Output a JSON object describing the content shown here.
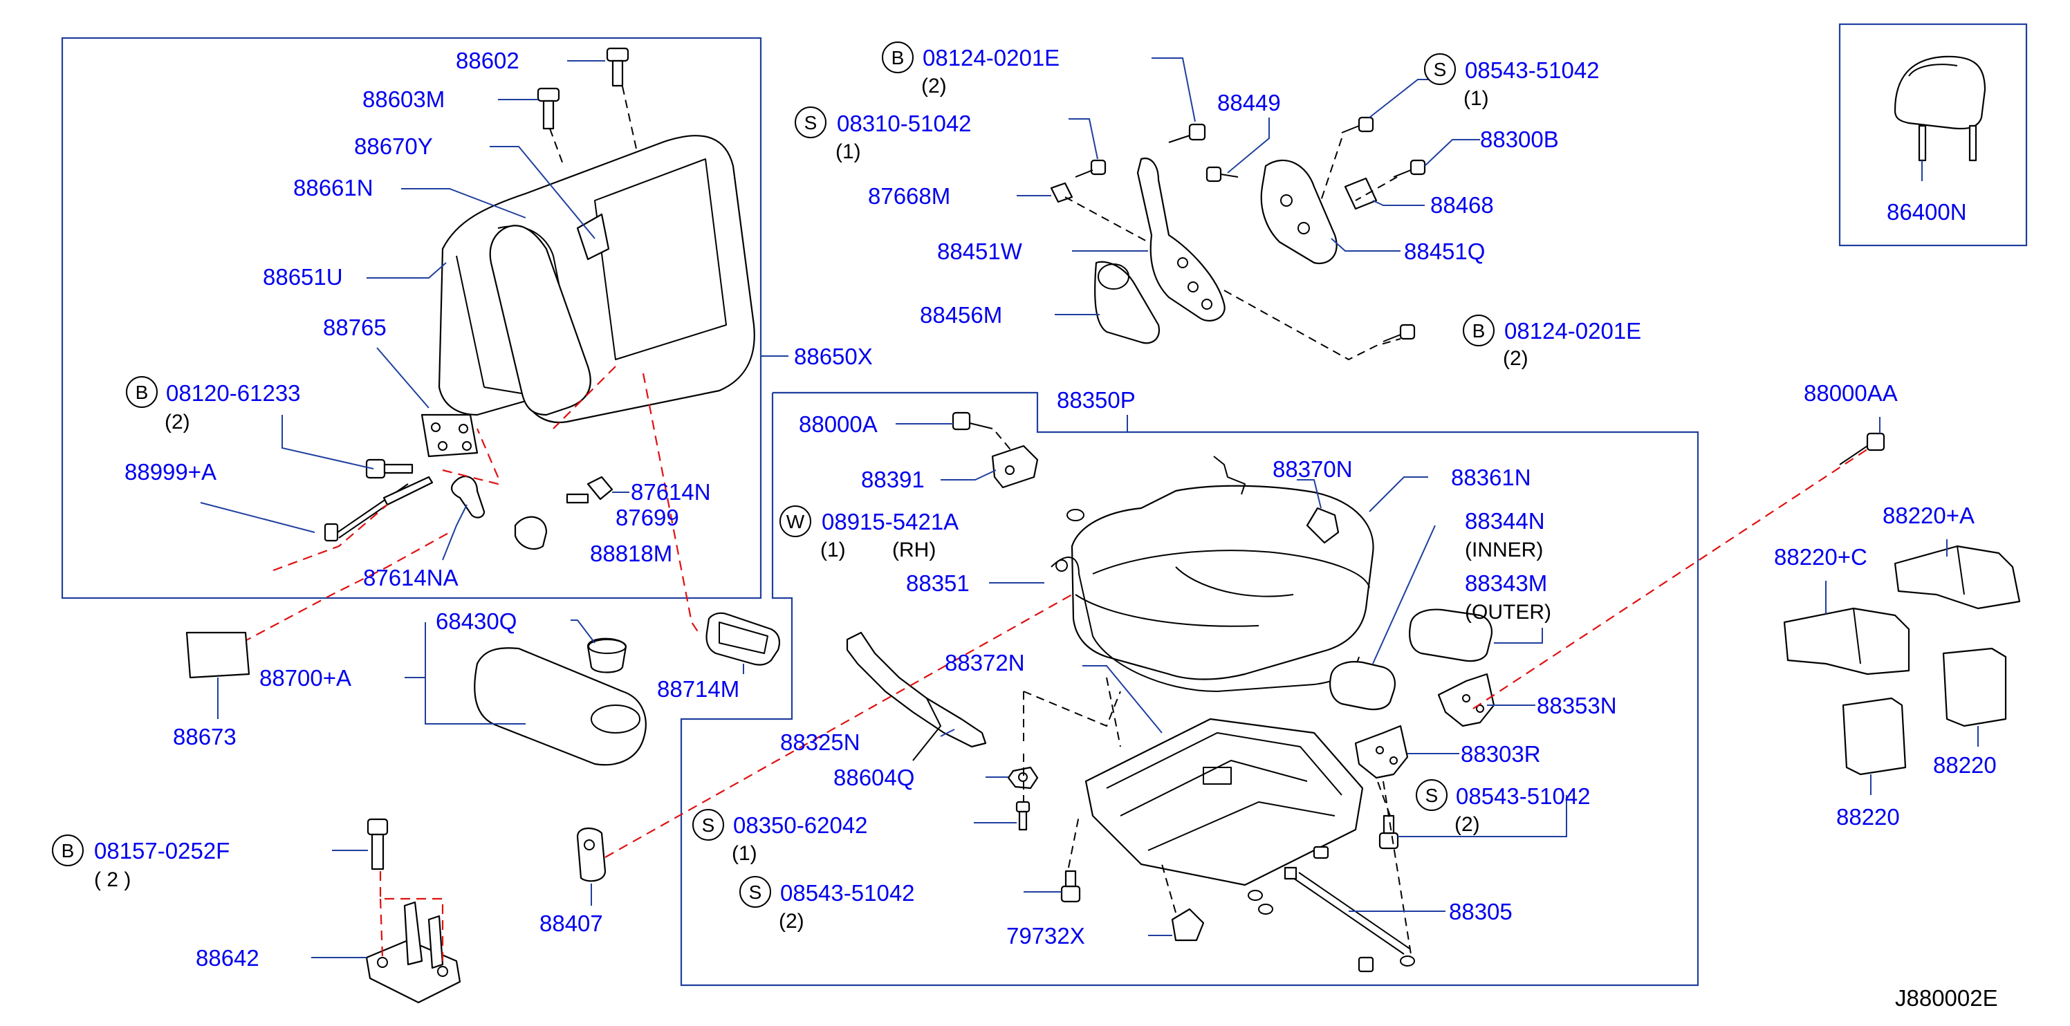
{
  "labels": {
    "p88602": "88602",
    "p88603M": "88603M",
    "p88670Y": "88670Y",
    "p88661N": "88661N",
    "p88651U": "88651U",
    "p88765": "88765",
    "p08120_61233": "08120-61233",
    "p88999A": "88999+A",
    "p87614N": "87614N",
    "p87699": "87699",
    "p88818M": "88818M",
    "p87614NA": "87614NA",
    "p88650X": "88650X",
    "p08124_0201E_top": "08124-0201E",
    "p08310_51042": "08310-51042",
    "p88449": "88449",
    "p08543_51042_top": "08543-51042",
    "p88300B": "88300B",
    "p87668M": "87668M",
    "p88468": "88468",
    "p88451W": "88451W",
    "p88451Q": "88451Q",
    "p88456M": "88456M",
    "p08124_0201E_mid": "08124-0201E",
    "p86400N": "86400N",
    "p88350P": "88350P",
    "p88000A": "88000A",
    "p88000AA": "88000AA",
    "p88391": "88391",
    "p88370N": "88370N",
    "p88361N": "88361N",
    "p08915": "08915-5421A",
    "rh": "(RH)",
    "p88344N": "88344N",
    "inner": "(INNER)",
    "p88343M": "88343M",
    "outer": "(OUTER)",
    "p88351": "88351",
    "p88220A_top": "88220+A",
    "p88220C": "88220+C",
    "p68430Q": "68430Q",
    "p88700A": "88700+A",
    "p88673": "88673",
    "p88714M": "88714M",
    "p88372N": "88372N",
    "p88353N": "88353N",
    "p88325N": "88325N",
    "p88604Q": "88604Q",
    "p88303R": "88303R",
    "p08350_62042": "08350-62042",
    "p08543_51042_mid": "08543-51042",
    "p08543_51042_bot": "08543-51042",
    "p88220_a": "88220",
    "p88220_b": "88220",
    "p08157_0252F": "08157-0252F",
    "p88642": "88642",
    "p88407": "88407",
    "p79732X": "79732X",
    "p88305": "88305",
    "diagram_code": "J880002E"
  },
  "quantities": {
    "q08124_top": "(2)",
    "q08310": "(1)",
    "q08543_top": "(1)",
    "q08124_mid": "(2)",
    "q08120": "(2)",
    "q08915": "(1)",
    "q08543_mid": "(2)",
    "q08350": "(1)",
    "q08543_bot": "(2)",
    "q08157": "( 2 )"
  },
  "markers": {
    "bolt": "B",
    "screw": "S",
    "washer": "W"
  },
  "colors": {
    "label": "#0000ee",
    "box": "#1f3f9f",
    "guide_red": "#e01010",
    "line": "#000000"
  }
}
